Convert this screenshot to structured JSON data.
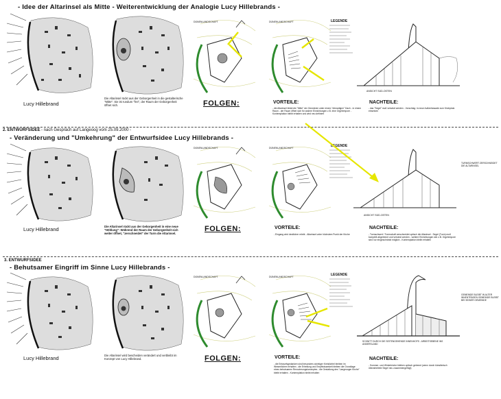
{
  "row1": {
    "title": "- Idee der Altarinsel als Mitte - Weiterentwicklung der Analogie Lucy Hillebrands -",
    "author": "Lucy Hillebrand",
    "desc": "Die Altarinsel rückt aus der Geborgenheit in die gestalterische \"Mitte\": Sie ist rundum \"frei\", der Raum der Geborgenheit öffnet sich.",
    "folgen": "FOLGEN:",
    "vorteile_label": "VORTEILE:",
    "vorteile": "- die Altarinsel bildet die \"Mitte\" der Gemeinde unter einem \"dömartigen\" Dach - in einem Raum - der Raum öffnet sich für andere Einrichtungen z.B. eine Orgelempore - Kontemplation bleibt erhalten und wird neu definiert",
    "nachteile_label": "NACHTEILE:",
    "nachteile": "- das \"Segel\" muß versetzt werden - Vorschlag: in neue Außenfassade zum Kirchplatz einsetzen",
    "section_caption": "ANSICHT SÜD-OSTEN",
    "legend_title": "LEGENDE"
  },
  "row2": {
    "section_num": "2. ENTWURFSIDEE",
    "section_note": "- nach Gespräch auf Langeoog vom 25.09.2000 -",
    "title": "- Veränderung und \"Umkehrung\" der Entwurfsidee Lucy Hillebrands -",
    "author": "Lucy      Hillebrand",
    "desc": "Die Altarinsel rückt aus der Geborgenheit in eine neue \"Höhlung\": Während der Raum der Geborgenheit sich weiter öffnet, \"zerschneidet\" der Turm die Altarinsel.",
    "folgen": "FOLGEN:",
    "vorteile_label": "VORTEILE:",
    "vorteile": "- Eingang wird deutlicher erlebt - Altarinsel unter höchstem Punkt der Kirche",
    "nachteile_label": "NACHTEILE:",
    "nachteile": "- Turmschwert / Turmschaft zerschneidet optisch die Altarinsel - Segel (Turm) muß komplett abgetrennt und versetzt werden - weitere Einrichtungen wie z.B. Orgelempore sind nur eingeschränkt möglich - Kontemplation bleibt erhalten",
    "section_caption": "ANSICHT SÜD-OSTEN",
    "legend_title": "LEGENDE",
    "side_note": "TURMSCHWERT ZERSCHNEIDET DIE ALTARINSEL"
  },
  "row3": {
    "section_num": "3. ENTWURFSIDEE",
    "title": "- Behutsamer Eingriff im Sinne Lucy Hillebrands -",
    "author": "Lucy      Hillebrand",
    "desc": "Die Altarinsel wird bescheiden verändert und verbleibt im Konzept von Lucy Hillebrand.",
    "folgen": "FOLGEN:",
    "vorteile_label": "VORTEILE:",
    "vorteile": "- die Entwurfsgedanken sind besonders wichtiger Kreislichtel bleiben im Wesentlichen erhalten - die Erhellung und Empfindsamkeit bleiben die Grundlage eines behutsamen Renovierungskonzeptes - die Gestaltung des \"Langeooger Kirche\" bleibt erhalten - Kontemplation bleibt erhalten",
    "nachteile_label": "NACHTEILE:",
    "nachteile": "- Sommer- und Winterkirche bleiben optisch getrennt (wenn durch künstlerisch überarbeitete Segel neu zusammengefügt)",
    "section_caption": "SCHNITT DURCH DIE SEITENGEHENDE INNENHOFS - ARBEITSEBENE INS ANDERSLAND",
    "legend_title": "LEGENDE",
    "side_note": "GEMEINDE BLEIBT IN ALTER INNENTRÄGEN GEMEINDE BLEIBT BEI SEINER GEMEINDE"
  },
  "plan_label": "DÜNENLANDSCHAFT",
  "colors": {
    "accent": "#e6e600",
    "green": "#2e8b2e",
    "line": "#222222"
  }
}
